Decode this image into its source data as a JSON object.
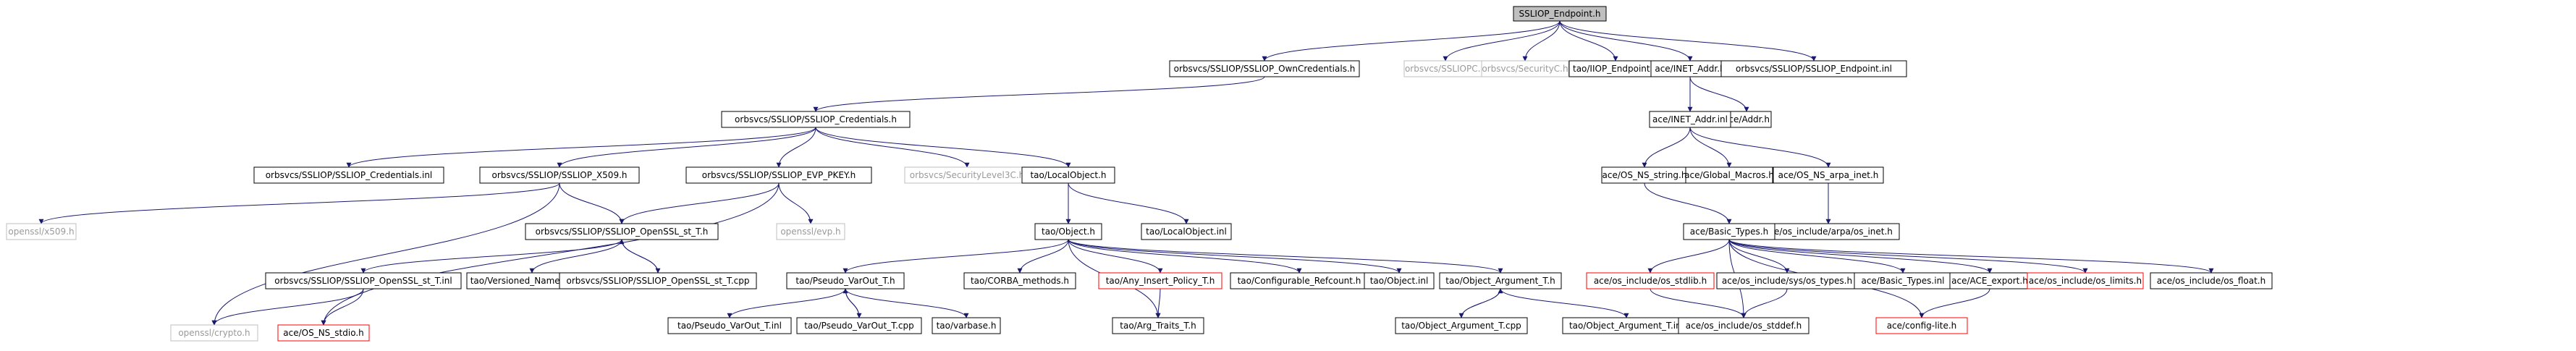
{
  "colors": {
    "background": "#ffffff",
    "edge": "#191970",
    "node_border": "#000000",
    "node_border_missing": "#ff0000",
    "node_border_external": "#bfbfbf",
    "root_fill": "#bfbfbf",
    "text": "#000000",
    "text_external": "#9a9a9a"
  },
  "nodes": [
    {
      "id": "root",
      "label": "SSLIOP_Endpoint.h",
      "kind": "root"
    },
    {
      "id": "own",
      "label": "orbsvcs/SSLIOP/SSLIOP_OwnCredentials.h",
      "kind": "normal"
    },
    {
      "id": "sslc",
      "label": "orbsvcs/SSLIOPC.h",
      "kind": "external"
    },
    {
      "id": "secc",
      "label": "orbsvcs/SecurityC.h",
      "kind": "external"
    },
    {
      "id": "iiop",
      "label": "tao/IIOP_Endpoint.h",
      "kind": "normal"
    },
    {
      "id": "inet",
      "label": "ace/INET_Addr.h",
      "kind": "normal"
    },
    {
      "id": "epinl",
      "label": "orbsvcs/SSLIOP/SSLIOP_Endpoint.inl",
      "kind": "normal"
    },
    {
      "id": "cred",
      "label": "orbsvcs/SSLIOP/SSLIOP_Credentials.h",
      "kind": "normal"
    },
    {
      "id": "addr",
      "label": "ace/Addr.h",
      "kind": "normal"
    },
    {
      "id": "inetinl",
      "label": "ace/INET_Addr.inl",
      "kind": "normal"
    },
    {
      "id": "credinl",
      "label": "orbsvcs/SSLIOP/SSLIOP_Credentials.inl",
      "kind": "normal"
    },
    {
      "id": "x509",
      "label": "orbsvcs/SSLIOP/SSLIOP_X509.h",
      "kind": "normal"
    },
    {
      "id": "evp",
      "label": "orbsvcs/SSLIOP/SSLIOP_EVP_PKEY.h",
      "kind": "normal"
    },
    {
      "id": "seclvl",
      "label": "orbsvcs/SecurityLevel3C.h",
      "kind": "external"
    },
    {
      "id": "localobj",
      "label": "tao/LocalObject.h",
      "kind": "normal"
    },
    {
      "id": "nsstr",
      "label": "ace/OS_NS_string.h",
      "kind": "normal"
    },
    {
      "id": "glob",
      "label": "ace/Global_Macros.h",
      "kind": "normal"
    },
    {
      "id": "arpa",
      "label": "ace/OS_NS_arpa_inet.h",
      "kind": "normal"
    },
    {
      "id": "ox509",
      "label": "openssl/x509.h",
      "kind": "external"
    },
    {
      "id": "sslst",
      "label": "orbsvcs/SSLIOP/SSLIOP_OpenSSL_st_T.h",
      "kind": "normal"
    },
    {
      "id": "oevp",
      "label": "openssl/evp.h",
      "kind": "external"
    },
    {
      "id": "obj",
      "label": "tao/Object.h",
      "kind": "normal"
    },
    {
      "id": "locinl",
      "label": "tao/LocalObject.inl",
      "kind": "normal"
    },
    {
      "id": "osarpa",
      "label": "ace/os_include/arpa/os_inet.h",
      "kind": "normal"
    },
    {
      "id": "basic",
      "label": "ace/Basic_Types.h",
      "kind": "normal"
    },
    {
      "id": "sslstinl",
      "label": "orbsvcs/SSLIOP/SSLIOP_OpenSSL_st_T.inl",
      "kind": "normal"
    },
    {
      "id": "vns",
      "label": "tao/Versioned_Namespace.h",
      "kind": "normal"
    },
    {
      "id": "sslstcpp",
      "label": "orbsvcs/SSLIOP/SSLIOP_OpenSSL_st_T.cpp",
      "kind": "normal"
    },
    {
      "id": "pseudo",
      "label": "tao/Pseudo_VarOut_T.h",
      "kind": "normal"
    },
    {
      "id": "corba",
      "label": "tao/CORBA_methods.h",
      "kind": "normal"
    },
    {
      "id": "anyins",
      "label": "tao/Any_Insert_Policy_T.h",
      "kind": "missing"
    },
    {
      "id": "cfgref",
      "label": "tao/Configurable_Refcount.h",
      "kind": "normal"
    },
    {
      "id": "objinl",
      "label": "tao/Object.inl",
      "kind": "normal"
    },
    {
      "id": "objarg",
      "label": "tao/Object_Argument_T.h",
      "kind": "normal"
    },
    {
      "id": "stdlib",
      "label": "ace/os_include/os_stdlib.h",
      "kind": "missing"
    },
    {
      "id": "systypes",
      "label": "ace/os_include/sys/os_types.h",
      "kind": "normal"
    },
    {
      "id": "btinl",
      "label": "ace/Basic_Types.inl",
      "kind": "normal"
    },
    {
      "id": "aceexp",
      "label": "ace/ACE_export.h",
      "kind": "normal"
    },
    {
      "id": "limits",
      "label": "ace/os_include/os_limits.h",
      "kind": "missing"
    },
    {
      "id": "float",
      "label": "ace/os_include/os_float.h",
      "kind": "normal"
    },
    {
      "id": "ocrypto",
      "label": "openssl/crypto.h",
      "kind": "external"
    },
    {
      "id": "nsstdio",
      "label": "ace/OS_NS_stdio.h",
      "kind": "missing"
    },
    {
      "id": "psinl",
      "label": "tao/Pseudo_VarOut_T.inl",
      "kind": "normal"
    },
    {
      "id": "pscpp",
      "label": "tao/Pseudo_VarOut_T.cpp",
      "kind": "normal"
    },
    {
      "id": "varbase",
      "label": "tao/varbase.h",
      "kind": "normal"
    },
    {
      "id": "argtr",
      "label": "tao/Arg_Traits_T.h",
      "kind": "normal"
    },
    {
      "id": "oacpp",
      "label": "tao/Object_Argument_T.cpp",
      "kind": "normal"
    },
    {
      "id": "oainl",
      "label": "tao/Object_Argument_T.inl",
      "kind": "normal"
    },
    {
      "id": "stddef",
      "label": "ace/os_include/os_stddef.h",
      "kind": "normal"
    },
    {
      "id": "cfglite",
      "label": "ace/config-lite.h",
      "kind": "missing"
    }
  ]
}
